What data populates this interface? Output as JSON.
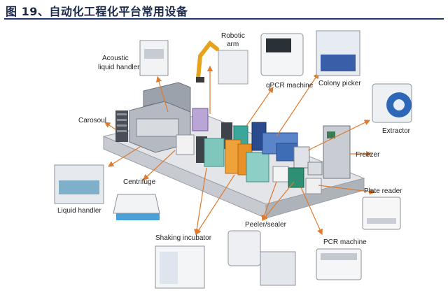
{
  "figure": {
    "title": "图 19、自动化工程化平台常用设备",
    "labels": {
      "robotic_arm": "Robotic",
      "robotic_arm_2": "arm",
      "acoustic": "Acoustic",
      "acoustic_2": "liquid handler",
      "qpcr": "qPCR machine",
      "colony_picker": "Colony picker",
      "carosoul": "Carosoul",
      "extractor": "Extractor",
      "freezer": "Freezer",
      "centrifuge": "Centrifuge",
      "liquid_handler": "Liquid handler",
      "plate_reader": "Plate reader",
      "peeler_sealer": "Peeler/sealer",
      "shaking_incubator": "Shaking incubator",
      "pcr_machine": "PCR machine"
    },
    "colors": {
      "arrow": "#e07a2c",
      "title": "#1b2a4a",
      "rule": "#1f3b6e",
      "platform_top": "#e3e5e8",
      "platform_side": "#bfc3c9"
    }
  }
}
